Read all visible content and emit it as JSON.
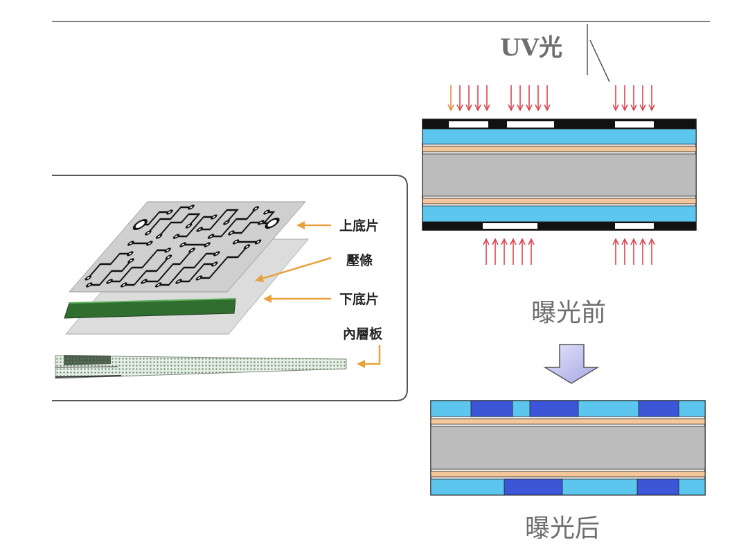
{
  "diagram": {
    "left_panel": {
      "top_film_label": "上底片",
      "press_bar_label": "壓條",
      "bottom_film_label": "下底片",
      "inner_board_label": "內層板"
    },
    "right_panel": {
      "uv_label": "UV光",
      "before_exposure_label": "曝光前",
      "after_exposure_label": "曝光后"
    }
  },
  "colors": {
    "pointer_orange": "#e9a23b",
    "uv_arrow_red": "#d9434f",
    "uv_arrow_orange": "#e58a3a",
    "dry_film_light_blue": "#5cc6ee",
    "exposed_film_dark_blue": "#3d56d8",
    "copper_tan": "#f3c79b",
    "core_gray": "#bcbcbc",
    "phototool_black": "#111111",
    "press_bar_green": "#2f6e2f"
  }
}
